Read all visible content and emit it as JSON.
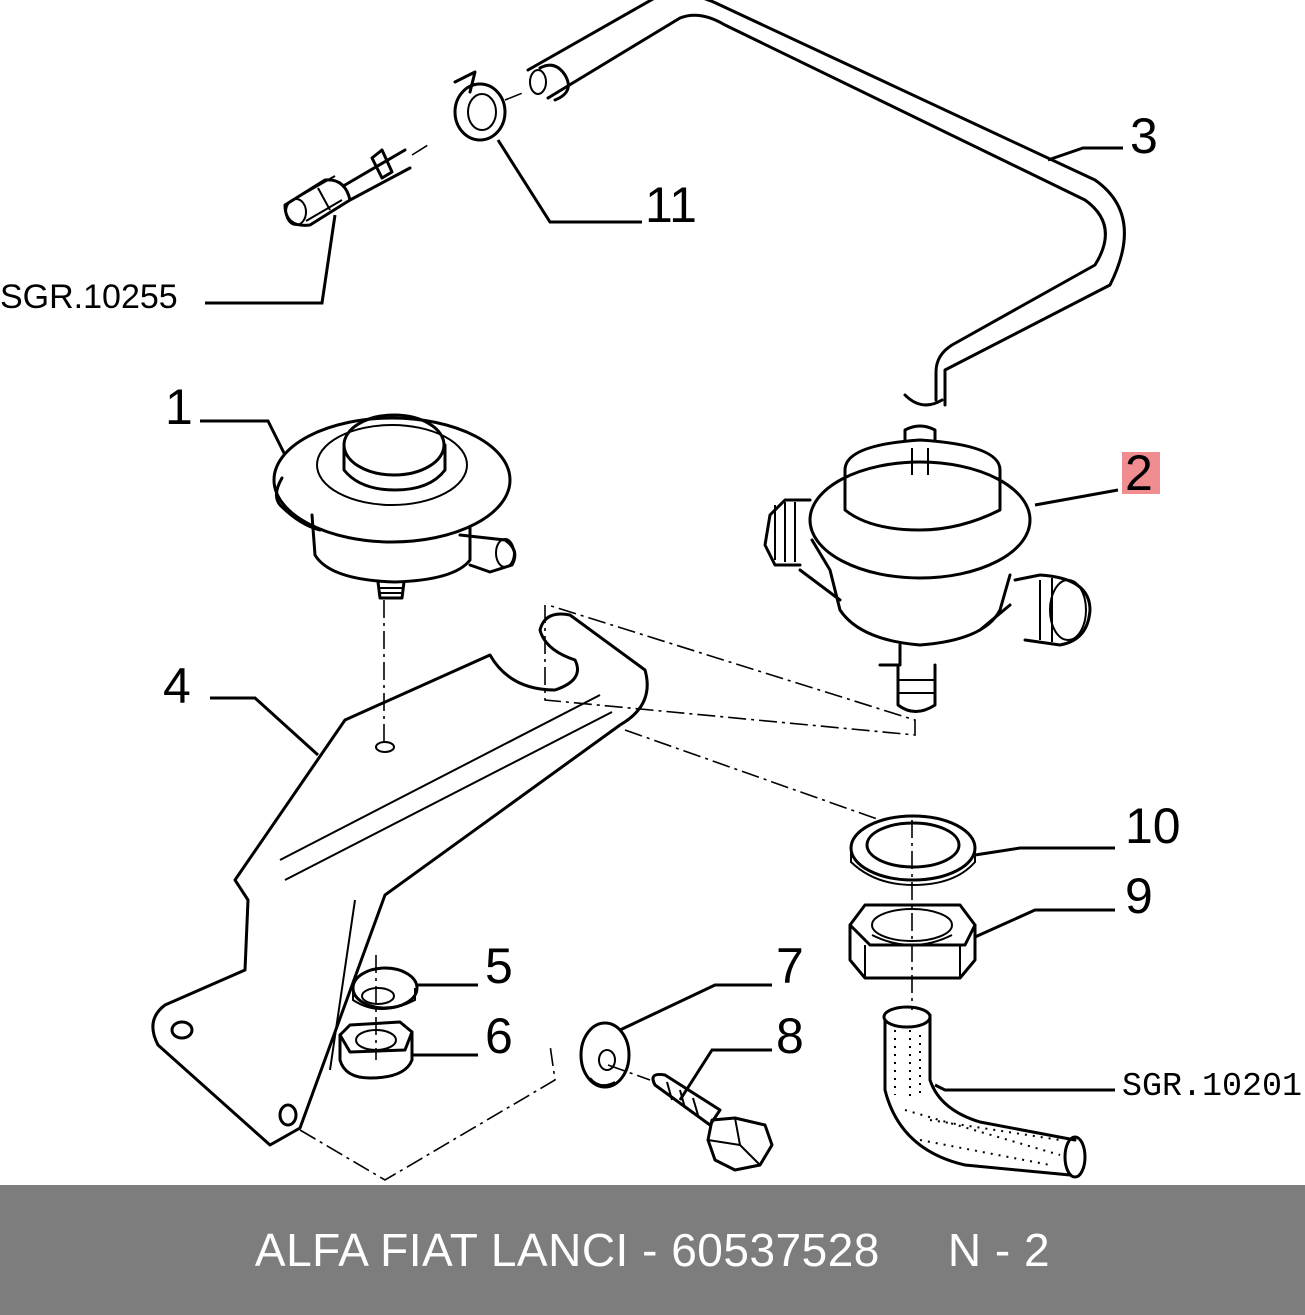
{
  "footer": {
    "part_line": "ALFA FIAT LANCI - 60537528",
    "position": "N - 2"
  },
  "callouts": {
    "c1": "1",
    "c2": "2",
    "c3": "3",
    "c4": "4",
    "c5": "5",
    "c6": "6",
    "c7": "7",
    "c8": "8",
    "c9": "9",
    "c10": "10",
    "c11": "11",
    "sgr_top": "SGR.10255",
    "sgr_bottom": "SGR.10201"
  },
  "colors": {
    "highlight": "#ef8d90",
    "footer_bg": "#7d7d7d"
  }
}
